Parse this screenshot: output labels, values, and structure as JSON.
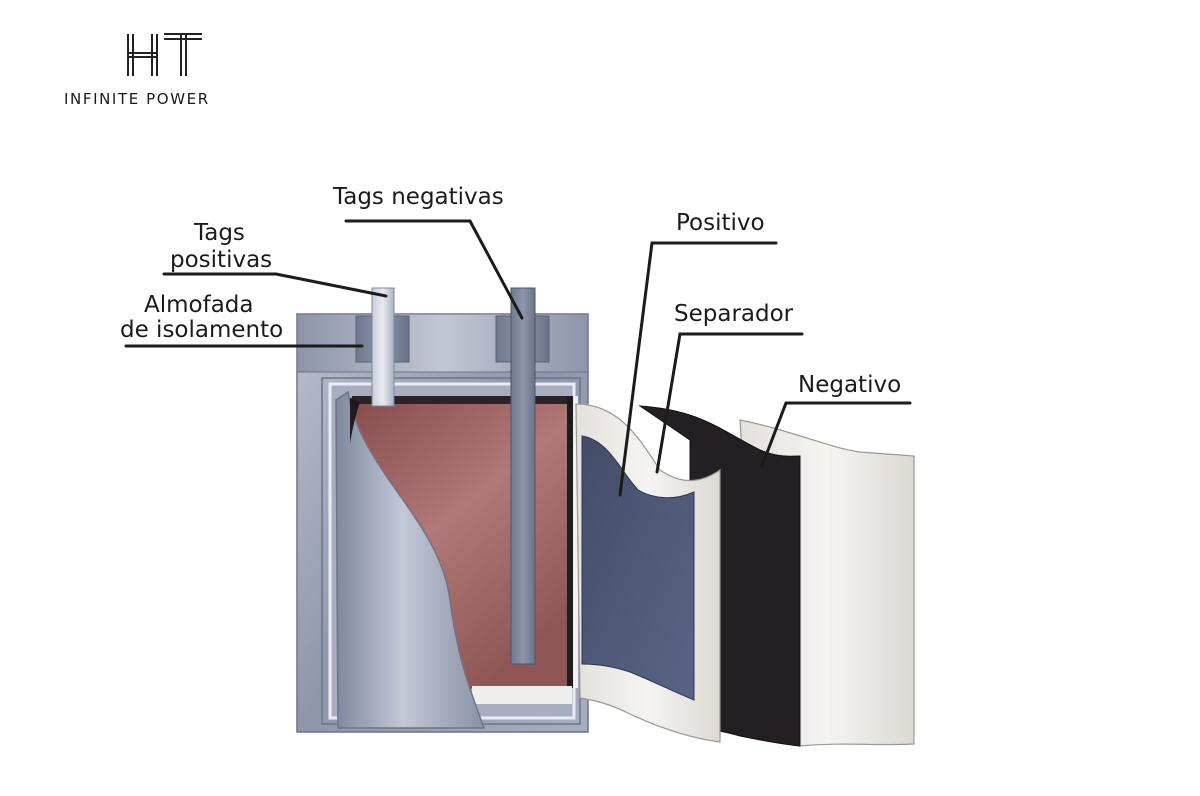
{
  "logo": {
    "mark": "HT",
    "tagline": "INFINITE POWER"
  },
  "labels": {
    "tags_negativas": "Tags negativas",
    "tags_positivas_line1": "Tags",
    "tags_positivas_line2": "positivas",
    "almofada_line1": "Almofada",
    "almofada_line2": "de isolamento",
    "positivo": "Positivo",
    "separador": "Separador",
    "negativo": "Negativo"
  },
  "colors": {
    "casing": "#9aa2b6",
    "cathode_fill": "#a56a6a",
    "positive_layer": "#4f5a78",
    "negative_layer": "#231f22",
    "separator_layer": "#ece9e4",
    "leader_lines": "#1b1b1b"
  }
}
